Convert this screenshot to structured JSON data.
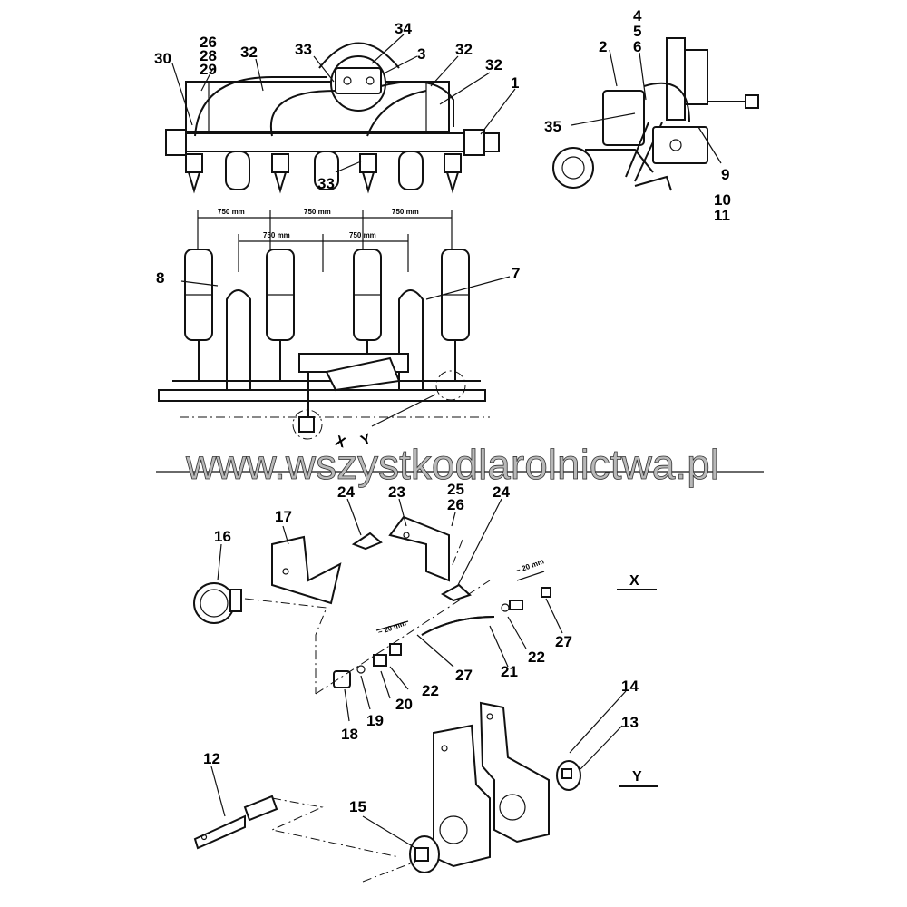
{
  "watermark": "www.wszystkodlarolnictwa.pl",
  "top_callouts": [
    {
      "id": "c30",
      "text": "30"
    },
    {
      "id": "c26",
      "text": "26"
    },
    {
      "id": "c28",
      "text": "28"
    },
    {
      "id": "c29",
      "text": "29"
    },
    {
      "id": "c32a",
      "text": "32"
    },
    {
      "id": "c33a",
      "text": "33"
    },
    {
      "id": "c34",
      "text": "34"
    },
    {
      "id": "c3",
      "text": "3"
    },
    {
      "id": "c32b",
      "text": "32"
    },
    {
      "id": "c32c",
      "text": "32"
    },
    {
      "id": "c1",
      "text": "1"
    },
    {
      "id": "c33b",
      "text": "33"
    }
  ],
  "side_callouts": [
    {
      "id": "c4",
      "text": "4"
    },
    {
      "id": "c5",
      "text": "5"
    },
    {
      "id": "c6",
      "text": "6"
    },
    {
      "id": "c2",
      "text": "2"
    },
    {
      "id": "c35",
      "text": "35"
    },
    {
      "id": "c9",
      "text": "9"
    },
    {
      "id": "c10",
      "text": "10"
    },
    {
      "id": "c11",
      "text": "11"
    }
  ],
  "dimensions": {
    "d1": "750 mm",
    "d2": "750 mm",
    "d3": "750 mm",
    "d4": "750 mm",
    "d5": "750 mm",
    "d20a": "~ 20 mm",
    "d20b": "~ 20 mm"
  },
  "mid_callouts": [
    {
      "id": "c8",
      "text": "8"
    },
    {
      "id": "c7",
      "text": "7"
    }
  ],
  "view_markers": {
    "x": "X",
    "y": "Y"
  },
  "detail_x_callouts": [
    {
      "id": "c24a",
      "text": "24"
    },
    {
      "id": "c23",
      "text": "23"
    },
    {
      "id": "c25",
      "text": "25"
    },
    {
      "id": "c26b",
      "text": "26"
    },
    {
      "id": "c24b",
      "text": "24"
    },
    {
      "id": "c16",
      "text": "16"
    },
    {
      "id": "c17",
      "text": "17"
    },
    {
      "id": "c27a",
      "text": "27"
    },
    {
      "id": "c22a",
      "text": "22"
    },
    {
      "id": "c21",
      "text": "21"
    },
    {
      "id": "c27b",
      "text": "27"
    },
    {
      "id": "c22b",
      "text": "22"
    },
    {
      "id": "c20",
      "text": "20"
    },
    {
      "id": "c19",
      "text": "19"
    },
    {
      "id": "c18",
      "text": "18"
    }
  ],
  "detail_y_callouts": [
    {
      "id": "c14",
      "text": "14"
    },
    {
      "id": "c13",
      "text": "13"
    },
    {
      "id": "c12",
      "text": "12"
    },
    {
      "id": "c15",
      "text": "15"
    }
  ],
  "section_labels": {
    "x": "X",
    "y": "Y"
  }
}
